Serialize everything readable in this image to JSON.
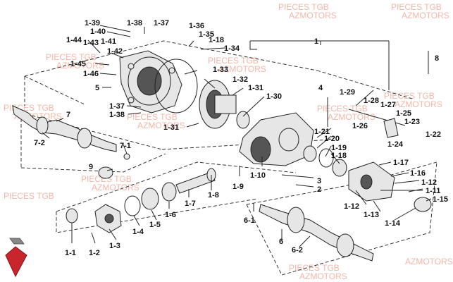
{
  "watermarks": [
    {
      "text": "PIECES TGB"
    },
    {
      "text": "AZMOTORS"
    },
    {
      "text": "PIECES TGB"
    },
    {
      "text": "AZMOTORS"
    },
    {
      "text": "PIECES TGB"
    },
    {
      "text": "AZMOTORS"
    },
    {
      "text": "PIECES TGB"
    },
    {
      "text": "AZMOTORS"
    },
    {
      "text": "PIECES TGB"
    },
    {
      "text": "AZMOTORS"
    },
    {
      "text": "PIECES TGB"
    },
    {
      "text": "AZMOTORS"
    },
    {
      "text": "PIECES TGB"
    },
    {
      "text": "AZMOTORS"
    },
    {
      "text": "PIECES TGB"
    },
    {
      "text": "AZMOTORS"
    },
    {
      "text": "PIECES TGB"
    },
    {
      "text": "AZMOTORS"
    },
    {
      "text": "PIECES TGB"
    },
    {
      "text": "AZMOTORS"
    },
    {
      "text": "PIECES TGB"
    },
    {
      "text": "AZMOTORS"
    }
  ],
  "labels": [
    {
      "text": "1-39"
    },
    {
      "text": "1-40"
    },
    {
      "text": "1-41"
    },
    {
      "text": "1-42"
    },
    {
      "text": "1-38"
    },
    {
      "text": "1-37"
    },
    {
      "text": "1-36"
    },
    {
      "text": "1-35"
    },
    {
      "text": "1-18"
    },
    {
      "text": "1-34"
    },
    {
      "text": "1-44"
    },
    {
      "text": "1-43"
    },
    {
      "text": "1-45"
    },
    {
      "text": "1-46"
    },
    {
      "text": "5"
    },
    {
      "text": "1-33"
    },
    {
      "text": "1-32"
    },
    {
      "text": "1-31"
    },
    {
      "text": "1-30"
    },
    {
      "text": "1-37"
    },
    {
      "text": "1-38"
    },
    {
      "text": "7"
    },
    {
      "text": "7-2"
    },
    {
      "text": "7-1"
    },
    {
      "text": "1-31"
    },
    {
      "text": "1"
    },
    {
      "text": "8"
    },
    {
      "text": "4"
    },
    {
      "text": "1-29"
    },
    {
      "text": "1-28"
    },
    {
      "text": "1-27"
    },
    {
      "text": "1-25"
    },
    {
      "text": "1-23"
    },
    {
      "text": "1-26"
    },
    {
      "text": "1-24"
    },
    {
      "text": "1-22"
    },
    {
      "text": "1-21"
    },
    {
      "text": "1-20"
    },
    {
      "text": "1-19"
    },
    {
      "text": "1-18"
    },
    {
      "text": "1-17"
    },
    {
      "text": "1-16"
    },
    {
      "text": "1-10"
    },
    {
      "text": "1-9"
    },
    {
      "text": "1-8"
    },
    {
      "text": "9"
    },
    {
      "text": "1-7"
    },
    {
      "text": "1-6"
    },
    {
      "text": "1-5"
    },
    {
      "text": "1-4"
    },
    {
      "text": "1-3"
    },
    {
      "text": "1-2"
    },
    {
      "text": "1-1"
    },
    {
      "text": "3"
    },
    {
      "text": "2"
    },
    {
      "text": "1-12"
    },
    {
      "text": "1-11"
    },
    {
      "text": "1-15"
    },
    {
      "text": "1-12"
    },
    {
      "text": "1-13"
    },
    {
      "text": "1-14"
    },
    {
      "text": "6-1"
    },
    {
      "text": "6"
    },
    {
      "text": "6-2"
    }
  ]
}
